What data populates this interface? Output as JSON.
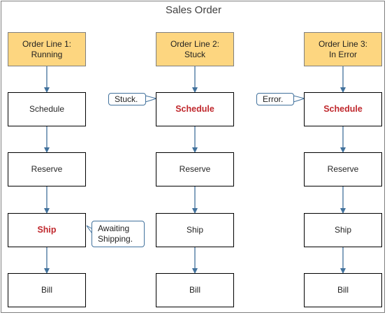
{
  "title": "Sales Order",
  "columns": [
    {
      "header": [
        "Order Line 1:",
        "Running"
      ],
      "steps": [
        "Schedule",
        "Reserve",
        "Ship",
        "Bill"
      ]
    },
    {
      "header": [
        "Order Line 2:",
        "Stuck"
      ],
      "steps": [
        "Schedule",
        "Reserve",
        "Ship",
        "Bill"
      ]
    },
    {
      "header": [
        "Order Line 3:",
        "In Error"
      ],
      "steps": [
        "Schedule",
        "Reserve",
        "Ship",
        "Bill"
      ]
    }
  ],
  "callouts": {
    "awaiting_line1": "Awaiting",
    "awaiting_line2": "Shipping.",
    "stuck": "Stuck.",
    "error": "Error."
  },
  "colors": {
    "header_fill": "#fdd680",
    "alert_text": "#c0282d",
    "arrow": "#41719c"
  }
}
